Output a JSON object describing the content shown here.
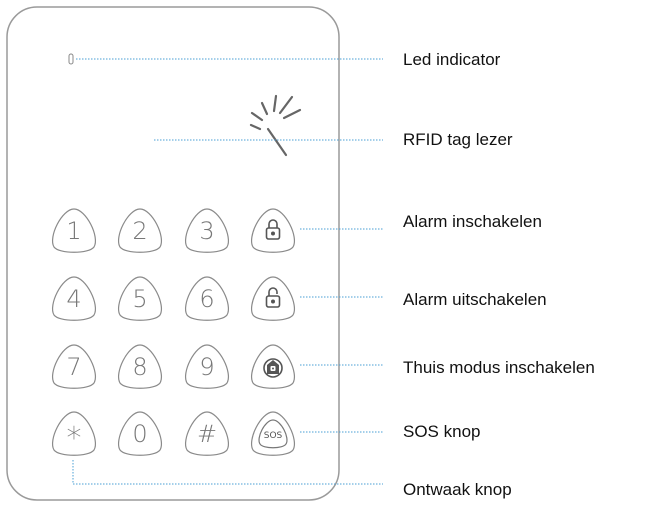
{
  "keypad": {
    "keys": [
      {
        "id": "1",
        "label": "1"
      },
      {
        "id": "2",
        "label": "2"
      },
      {
        "id": "3",
        "label": "3"
      },
      {
        "id": "4",
        "label": "4"
      },
      {
        "id": "5",
        "label": "5"
      },
      {
        "id": "6",
        "label": "6"
      },
      {
        "id": "7",
        "label": "7"
      },
      {
        "id": "8",
        "label": "8"
      },
      {
        "id": "9",
        "label": "9"
      },
      {
        "id": "star",
        "label": "*"
      },
      {
        "id": "0",
        "label": "0"
      },
      {
        "id": "hash",
        "label": "#"
      }
    ],
    "function_keys": [
      {
        "id": "arm",
        "icon": "lock-closed-icon"
      },
      {
        "id": "disarm",
        "icon": "lock-open-icon"
      },
      {
        "id": "home",
        "icon": "home-mode-icon"
      },
      {
        "id": "sos",
        "icon": "sos-icon",
        "label": "SOS"
      }
    ]
  },
  "callouts": {
    "led": "Led indicator",
    "rfid": "RFID tag lezer",
    "arm": "Alarm inschakelen",
    "disarm": "Alarm uitschakelen",
    "home": "Thuis modus inschakelen",
    "sos": "SOS knop",
    "wake": "Ontwaak knop"
  },
  "colors": {
    "device_outline": "#9a9a9a",
    "key_outline": "#8a8a8a",
    "leader_line": "#4a9fd5"
  }
}
